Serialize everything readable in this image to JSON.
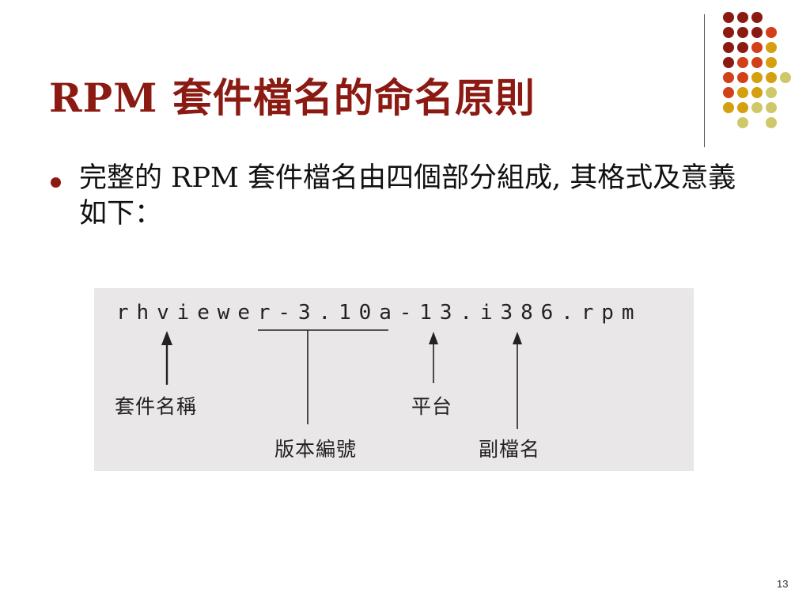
{
  "slide": {
    "title": "RPM 套件檔名的命名原則",
    "bullet": "完整的 RPM 套件檔名由四個部分組成, 其格式及意義如下：",
    "page_number": "13"
  },
  "figure": {
    "filename": "rhviewer-3.10a-13.i386.rpm",
    "labels": {
      "package_name": "套件名稱",
      "version": "版本編號",
      "platform": "平台",
      "extension": "副檔名"
    }
  },
  "decoration": {
    "dot_colors": {
      "maroon": "#8b1a12",
      "red_orange": "#d2401a",
      "gold": "#d4a010",
      "khaki": "#cfc86a"
    }
  }
}
